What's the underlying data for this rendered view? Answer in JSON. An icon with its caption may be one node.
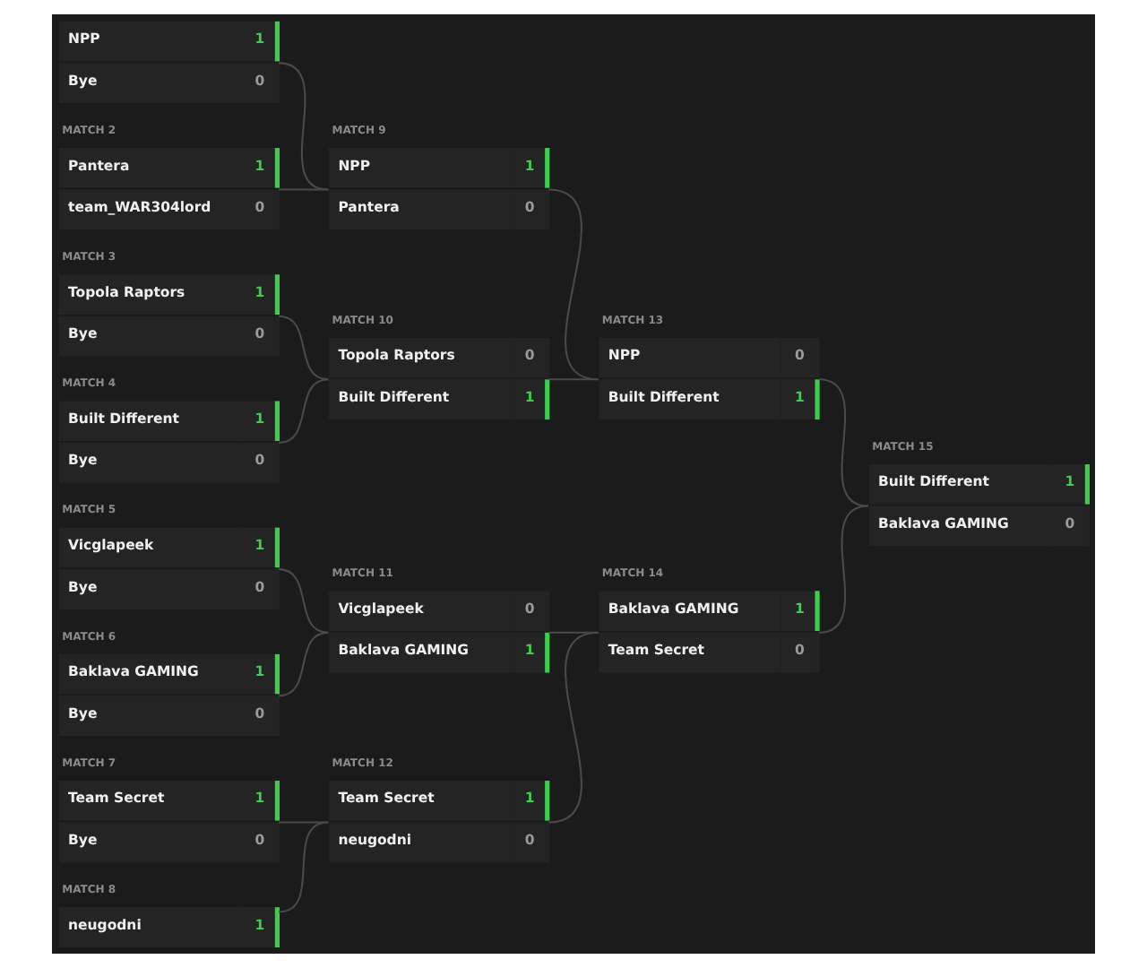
{
  "diagram": {
    "nodes": [
      {
        "text": [
          "NPP",
          "1",
          "Bye",
          "0"
        ]
      },
      {
        "text": [
          "MATCH 2",
          "Pantera",
          "1",
          "team_WAR304lord",
          "0"
        ]
      },
      {
        "text": [
          "MATCH 3",
          "Topola Raptors",
          "1",
          "Bye",
          "0"
        ]
      },
      {
        "text": [
          "MATCH 4",
          "Built Different",
          "1",
          "Bye",
          "0"
        ]
      },
      {
        "text": [
          "MATCH 5",
          "Vicglapeek",
          "1",
          "Bye",
          "0"
        ]
      },
      {
        "text": [
          "MATCH 6",
          "Baklava GAMING",
          "1",
          "Bye",
          "0"
        ]
      },
      {
        "text": [
          "MATCH 7",
          "Team Secret",
          "1",
          "Bye",
          "0"
        ]
      },
      {
        "text": [
          "MATCH 8",
          "neugodni",
          "1"
        ]
      },
      {
        "text": [
          "MATCH 9",
          "NPP",
          "1",
          "Pantera",
          "0"
        ]
      },
      {
        "text": [
          "MATCH 10",
          "Topola Raptors",
          "0",
          "Built Different",
          "1"
        ]
      },
      {
        "text": [
          "MATCH 11",
          "Vicglapeek",
          "0",
          "Baklava GAMING",
          "1"
        ]
      },
      {
        "text": [
          "MATCH 12",
          "Team Secret",
          "1",
          "neugodni",
          "0"
        ]
      },
      {
        "text": [
          "MATCH 13",
          "NPP",
          "0",
          "Built Different",
          "1"
        ]
      },
      {
        "text": [
          "MATCH 14",
          "Baklava GAMING",
          "1",
          "Team Secret",
          "0"
        ]
      },
      {
        "text": [
          "MATCH 15",
          "Built Different",
          "1",
          "Baklava GAMING",
          "0"
        ]
      }
    ],
    "edges": [
      {
        "from": 0,
        "to": 8,
        "arrow": "none"
      },
      {
        "from": 1,
        "to": 8,
        "arrow": "none"
      },
      {
        "from": 2,
        "to": 9,
        "arrow": "none"
      },
      {
        "from": 3,
        "to": 9,
        "arrow": "none"
      },
      {
        "from": 4,
        "to": 10,
        "arrow": "none"
      },
      {
        "from": 5,
        "to": 10,
        "arrow": "none"
      },
      {
        "from": 6,
        "to": 11,
        "arrow": "none"
      },
      {
        "from": 7,
        "to": 11,
        "arrow": "none"
      },
      {
        "from": 8,
        "to": 12,
        "arrow": "none"
      },
      {
        "from": 9,
        "to": 12,
        "arrow": "none"
      },
      {
        "from": 10,
        "to": 13,
        "arrow": "none"
      },
      {
        "from": 11,
        "to": 13,
        "arrow": "none"
      },
      {
        "from": 12,
        "to": 14,
        "arrow": "none"
      },
      {
        "from": 13,
        "to": 14,
        "arrow": "none"
      }
    ]
  }
}
